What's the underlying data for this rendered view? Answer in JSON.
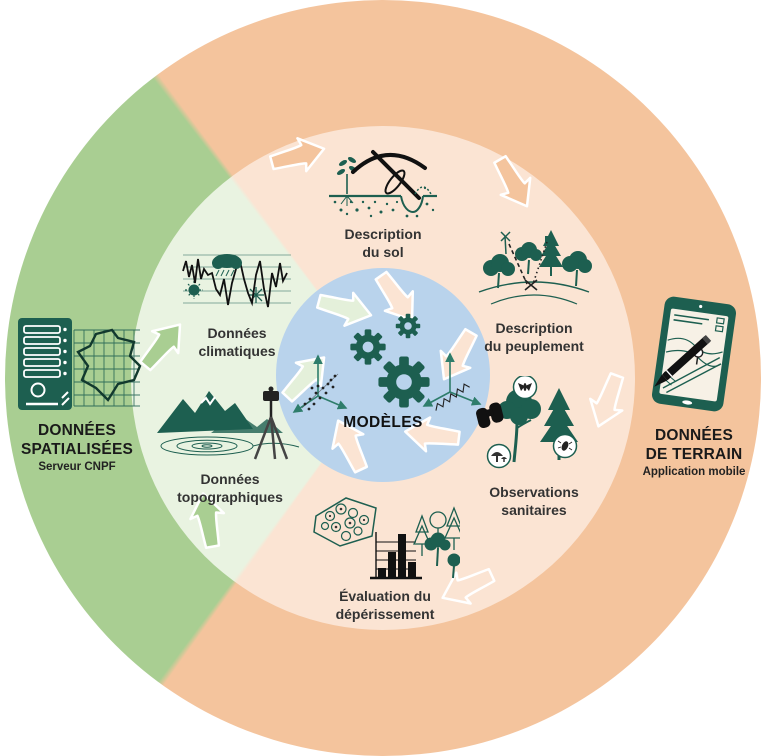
{
  "palette": {
    "outer_green": "#a9ce92",
    "inner_green": "#e9f3e1",
    "outer_peach": "#f4c49d",
    "inner_peach": "#fbe4d3",
    "blue": "#b9d3ec",
    "dark_green": "#1d5f50",
    "text_dark": "#2e2e2e"
  },
  "center": {
    "label": "MODÈLES",
    "icon": "gears-axes-icon"
  },
  "left_source": {
    "title_line1": "DONNÉES",
    "title_line2": "SPATIALISÉES",
    "subtitle": "Serveur CNPF",
    "icon": "server-map-icon"
  },
  "right_source": {
    "title_line1": "DONNÉES",
    "title_line2": "DE TERRAIN",
    "subtitle": "Application mobile",
    "icon": "tablet-pencil-icon"
  },
  "stations": [
    {
      "label_line1": "Description",
      "label_line2": "du sol",
      "icon": "soil-pickaxe-icon"
    },
    {
      "label_line1": "Description",
      "label_line2": "du peuplement",
      "icon": "forest-stand-icon"
    },
    {
      "label_line1": "Observations",
      "label_line2": "sanitaires",
      "icon": "binoculars-trees-icon"
    },
    {
      "label_line1": "Évaluation du",
      "label_line2": "dépérissement",
      "icon": "plot-barchart-trees-icon"
    },
    {
      "label_line1": "Données",
      "label_line2": "topographiques",
      "icon": "mountains-theodolite-icon"
    },
    {
      "label_line1": "Données",
      "label_line2": "climatiques",
      "icon": "climate-graph-icon"
    }
  ]
}
